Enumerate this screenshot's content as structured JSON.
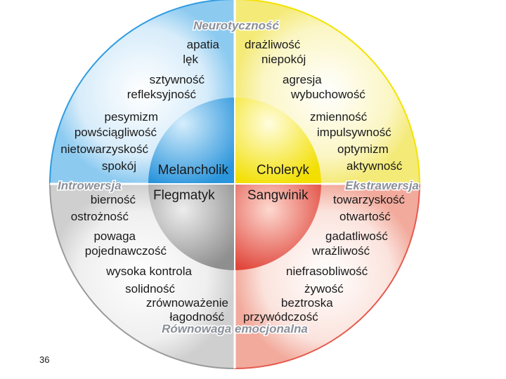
{
  "axes": {
    "top": "Neurotyczność",
    "left": "Introwersja",
    "right": "Ekstrawersja",
    "bottom": "Równowaga emocjonalna"
  },
  "temperaments": {
    "melancholic": "Melancholik",
    "choleric": "Choleryk",
    "phlegmatic": "Flegmatyk",
    "sanguine": "Sangwinik"
  },
  "traits": {
    "melancholic": [
      "apatia",
      "lęk",
      "sztywność",
      "refleksyjność",
      "pesymizm",
      "powściągliwość",
      "nietowarzyskość",
      "spokój"
    ],
    "choleric": [
      "drażliwość",
      "niepokój",
      "agresja",
      "wybuchowość",
      "zmienność",
      "impulsywność",
      "optymizm",
      "aktywność"
    ],
    "phlegmatic": [
      "bierność",
      "ostrożność",
      "powaga",
      "pojednawczość",
      "wysoka kontrola",
      "solidność",
      "zrównoważenie",
      "łagodność"
    ],
    "sanguine": [
      "towarzyskość",
      "otwartość",
      "gadatliwość",
      "wrażliwość",
      "niefrasobliwość",
      "żywość",
      "beztroska",
      "przywódczość"
    ]
  },
  "colors": {
    "melancholic": "#2f9be0",
    "choleric": "#f3e300",
    "phlegmatic": "#9a9a9a",
    "sanguine": "#e45a4e"
  },
  "page_number": "36"
}
